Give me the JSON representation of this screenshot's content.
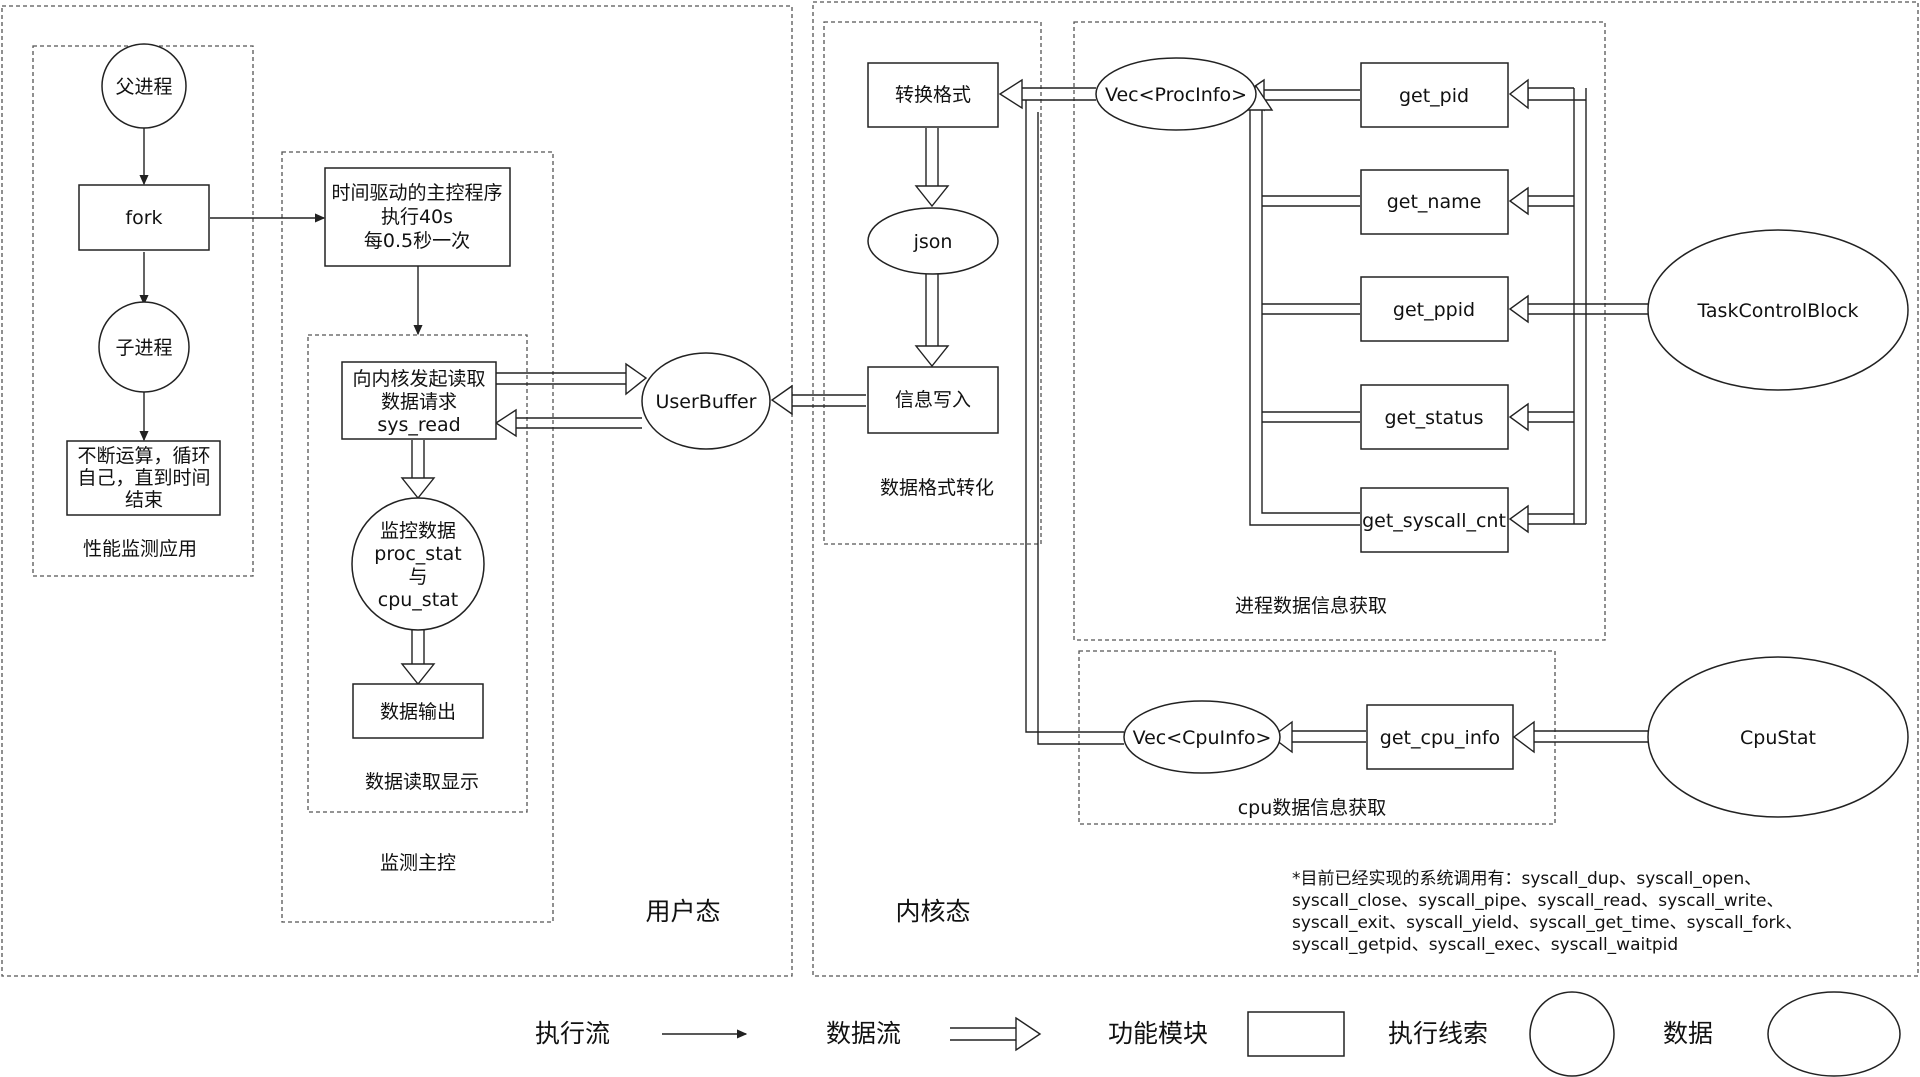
{
  "regions": {
    "user": "用户态",
    "kernel": "内核态",
    "perf_app": "性能监测应用",
    "monitor_main": "监测主控",
    "data_read": "数据读取显示",
    "format_convert": "数据格式转化",
    "proc_info": "进程数据信息获取",
    "cpu_info": "cpu数据信息获取"
  },
  "nodes": {
    "parent": "父进程",
    "fork": "fork",
    "child": "子进程",
    "loop": [
      "不断运算，循环",
      "自己，直到时间",
      "结束"
    ],
    "main_ctrl": [
      "时间驱动的主控程序",
      "执行40s",
      "每0.5秒一次"
    ],
    "sys_read": [
      "向内核发起读取",
      "数据请求",
      "sys_read"
    ],
    "monitor_data": [
      "监控数据",
      "proc_stat",
      "与",
      "cpu_stat"
    ],
    "output": "数据输出",
    "user_buffer": "UserBuffer",
    "convert_format": "转换格式",
    "json": "json",
    "write_info": "信息写入",
    "vec_proc": "Vec<ProcInfo>",
    "get_pid": "get_pid",
    "get_name": "get_name",
    "get_ppid": "get_ppid",
    "get_status": "get_status",
    "get_syscall_cnt": "get_syscall_cnt",
    "tcb": "TaskControlBlock",
    "vec_cpu": "Vec<CpuInfo>",
    "get_cpu_info": "get_cpu_info",
    "cpustat": "CpuStat"
  },
  "note": [
    "*目前已经实现的系统调用有：syscall_dup、syscall_open、",
    "syscall_close、syscall_pipe、syscall_read、syscall_write、",
    "syscall_exit、syscall_yield、syscall_get_time、syscall_fork、",
    "syscall_getpid、syscall_exec、syscall_waitpid"
  ],
  "legend": {
    "exec_flow": "执行流",
    "data_flow": "数据流",
    "func_module": "功能模块",
    "exec_thread": "执行线索",
    "data": "数据"
  }
}
